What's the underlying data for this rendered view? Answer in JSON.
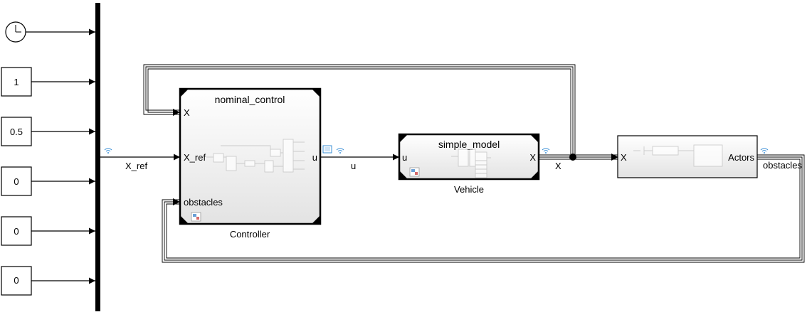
{
  "sources": [
    {
      "kind": "clock",
      "icon": "clock-icon",
      "value": ""
    },
    {
      "kind": "constant",
      "value": "1"
    },
    {
      "kind": "constant",
      "value": "0.5"
    },
    {
      "kind": "constant",
      "value": "0"
    },
    {
      "kind": "constant",
      "value": "0"
    },
    {
      "kind": "constant",
      "value": "0"
    }
  ],
  "signals": {
    "x_ref": "X_ref",
    "u": "u",
    "x": "X",
    "obstacles": "obstacles"
  },
  "controller": {
    "title": "nominal_control",
    "name": "Controller",
    "ports_in": [
      "X",
      "X_ref",
      "obstacles"
    ],
    "ports_out": [
      "u"
    ]
  },
  "vehicle": {
    "title": "simple_model",
    "name": "Vehicle",
    "ports_in": [
      "u"
    ],
    "ports_out": [
      "X"
    ]
  },
  "actors": {
    "ports_in": [
      "X"
    ],
    "ports_out": [
      "Actors"
    ]
  },
  "colors": {
    "wire": "#000000",
    "logging_icon": "#3a8fd6",
    "block_gradient_top": "#ffffff",
    "block_gradient_bottom": "#e3e3e3"
  }
}
